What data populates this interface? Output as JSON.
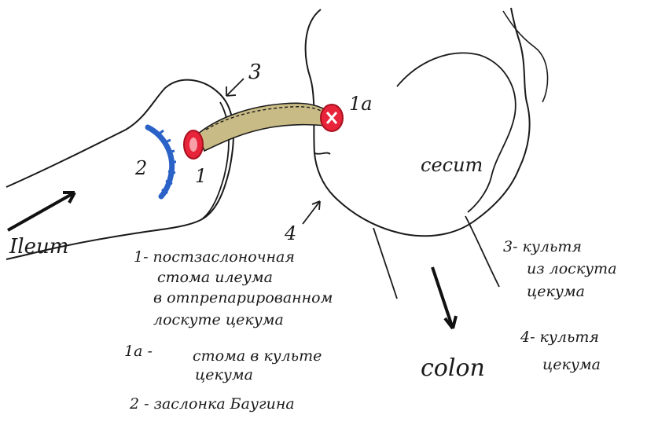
{
  "labels": {
    "ileum": "Ileum",
    "cecum": "cecum",
    "colon": "colon",
    "n1": "1",
    "n1a": "1а",
    "n2": "2",
    "n3": "3",
    "n4": "4"
  },
  "legend": {
    "item1": [
      "1- постзаслоночная",
      "стома илеума",
      "в отпрепарированном",
      "лоскуте цекума"
    ],
    "item1a": [
      "1а -",
      "стома в культе",
      "цекума"
    ],
    "item2": [
      "2 - заслонка Баугина"
    ],
    "item3": [
      "3- культя",
      "из лоскута",
      "цекума"
    ],
    "item4": [
      "4- культя",
      "цекума"
    ]
  },
  "colors": {
    "ink": "#1a1a1a",
    "stoma_red": "#e8243a",
    "valve_blue": "#2a62c8",
    "flap_fill": "#c9bb85",
    "arrow": "#111111"
  }
}
